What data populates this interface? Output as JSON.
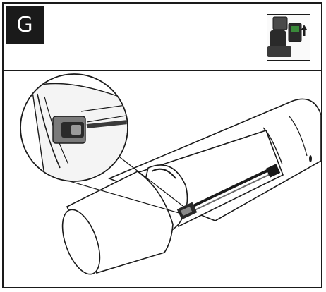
{
  "step": {
    "letter": "G"
  },
  "icons": {
    "thumbnail": "battery-removal-icon",
    "main": "tube-latch-illustration",
    "detail": "latch-magnifier"
  },
  "colors": {
    "ink": "#1a1a1a",
    "gray": "#9a9a9a",
    "paper": "#ffffff",
    "green": "#3a8a3a"
  }
}
